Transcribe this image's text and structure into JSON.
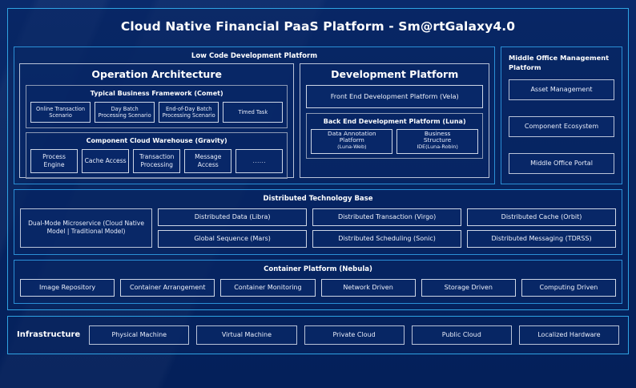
{
  "title": "Cloud Native Financial PaaS Platform - Sm@rtGalaxy4.0",
  "colors": {
    "background": "#072460",
    "outer_border": "#2fa3e3",
    "panel_border": "#2b8fd6",
    "chip_border": "#cdd6e6",
    "text": "#ffffff"
  },
  "low_code": {
    "title": "Low Code Development Platform",
    "operation": {
      "title": "Operation Architecture",
      "comet": {
        "title": "Typical Business Framework (Comet)",
        "items": [
          "Online Transaction Scenario",
          "Day Batch Processing Scenario",
          "End-of-Day Batch Processing Scenario",
          "Timed Task"
        ]
      },
      "gravity": {
        "title": "Component Cloud Warehouse (Gravity)",
        "items": [
          "Process Engine",
          "Cache Access",
          "Transaction Processing",
          "Message Access",
          "......"
        ]
      }
    },
    "development": {
      "title": "Development Platform",
      "front_end": "Front End Development Platform (Vela)",
      "back_end": {
        "title": "Back End Development Platform (Luna)",
        "items": [
          {
            "l1": "Data Annotation",
            "l2": "Platform",
            "l3": "(Luna-Web)"
          },
          {
            "l1": "Business",
            "l2": "Structure",
            "l3": "IDE(Luna-Robin)"
          }
        ]
      }
    }
  },
  "middle_office": {
    "title": "Middle Office Management Platform",
    "items": [
      "Asset Management",
      "Component Ecosystem",
      "Middle Office Portal"
    ]
  },
  "distributed_base": {
    "title": "Distributed Technology Base",
    "dual_mode": "Dual-Mode Microservice (Cloud Native Model | Traditional Model)",
    "columns": [
      [
        "Distributed Data (Libra)",
        "Global Sequence (Mars)"
      ],
      [
        "Distributed Transaction (Virgo)",
        "Distributed Scheduling (Sonic)"
      ],
      [
        "Distributed Cache (Orbit)",
        "Distributed Messaging (TDRSS)"
      ]
    ]
  },
  "container_platform": {
    "title": "Container Platform (Nebula)",
    "items": [
      "Image Repository",
      "Container Arrangement",
      "Container Monitoring",
      "Network Driven",
      "Storage Driven",
      "Computing Driven"
    ]
  },
  "infrastructure": {
    "label": "Infrastructure",
    "items": [
      "Physical Machine",
      "Virtual Machine",
      "Private Cloud",
      "Public Cloud",
      "Localized Hardware"
    ]
  }
}
